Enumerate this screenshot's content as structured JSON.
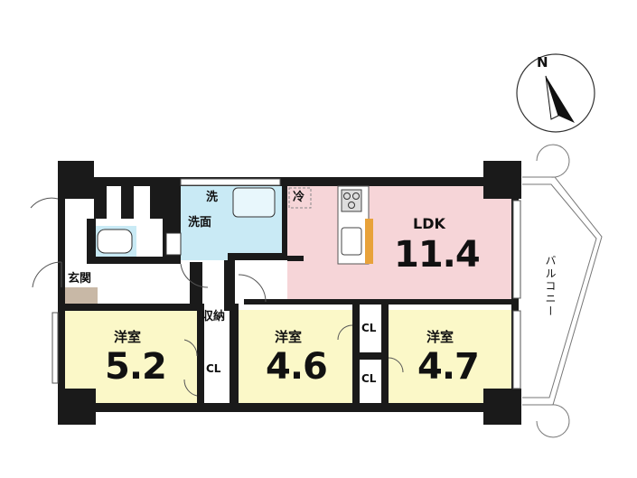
{
  "compass": {
    "north_label": "N"
  },
  "rooms": {
    "ldk": {
      "name": "LDK",
      "area": "11.4",
      "color": "#f6d5d8"
    },
    "bed1": {
      "name": "洋室",
      "area": "5.2",
      "color": "#fbf8c8"
    },
    "bed2": {
      "name": "洋室",
      "area": "4.6",
      "color": "#fbf8c8"
    },
    "bed3": {
      "name": "洋室",
      "area": "4.7",
      "color": "#fbf8c8"
    },
    "bath_color": "#c9eaf5"
  },
  "labels": {
    "laundry": "洗",
    "washroom": "洗面",
    "fridge": "冷",
    "entrance": "玄関",
    "storage": "収納",
    "closet_1": "CL",
    "closet_2": "CL",
    "closet_3": "CL",
    "balcony": "バルコニー"
  },
  "colors": {
    "wall": "#1a1a1a",
    "kitchen_counter": "#e8a23a",
    "entrance_floor": "#c8b8a6"
  }
}
